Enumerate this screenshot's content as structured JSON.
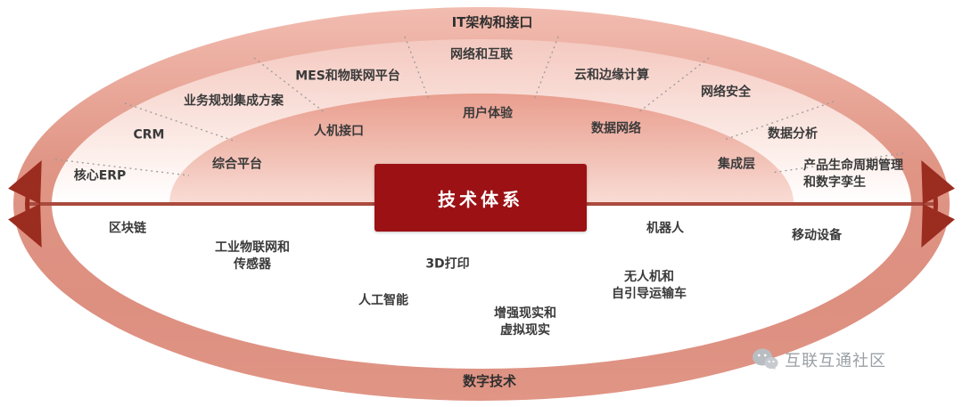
{
  "diagram": {
    "center_label": "技术体系",
    "top_band_label": "IT架构和接口",
    "bottom_band_label": "数字技术",
    "outer_ring": [
      "核心ERP",
      "CRM",
      "业务规划集成方案",
      "MES和物联网平台",
      "网络和互联",
      "云和边缘计算",
      "网络安全",
      "数据分析",
      "产品生命周期管理\n和数字孪生"
    ],
    "inner_ring": [
      "综合平台",
      "人机接口",
      "用户体验",
      "数据网络",
      "集成层"
    ],
    "digital_technologies": [
      "区块链",
      "工业物联网和\n传感器",
      "3D打印",
      "人工智能",
      "增强现实和\n虚拟现实",
      "无人机和\n自引导运输车",
      "机器人",
      "移动设备"
    ],
    "colors": {
      "outer_band": "#e09585",
      "inner_band": "#e99e8e",
      "center_box": "#9c1114",
      "axis_line": "#aa4a3e",
      "arrow": "#9b2c20",
      "label_text": "#3a3a3a"
    }
  },
  "watermark": {
    "label": "互联互通社区"
  }
}
